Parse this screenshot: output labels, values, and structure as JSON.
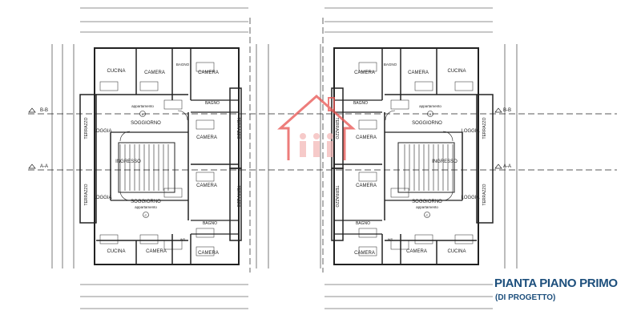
{
  "title": "PIANTA PIANO PRIMO",
  "subtitle": "(DI PROGETTO)",
  "colors": {
    "title": "#1d4f7c",
    "line": "#222222",
    "watermark": "#e8524f"
  },
  "sections": [
    "B-B",
    "A-A"
  ],
  "watermark_icon": "house-people-logo",
  "rooms": {
    "cucina": "CUCINA",
    "camera": "CAMERA",
    "bagno": "BAGNO",
    "soggiorno": "SOGGIORNO",
    "loggia": "LOGGIA",
    "terrazzo": "TERRAZZO",
    "ingresso": "INGRESSO",
    "appartamento": "appartamento",
    "unit_top": "B",
    "unit_bottom": "C",
    "ws": "WS"
  }
}
